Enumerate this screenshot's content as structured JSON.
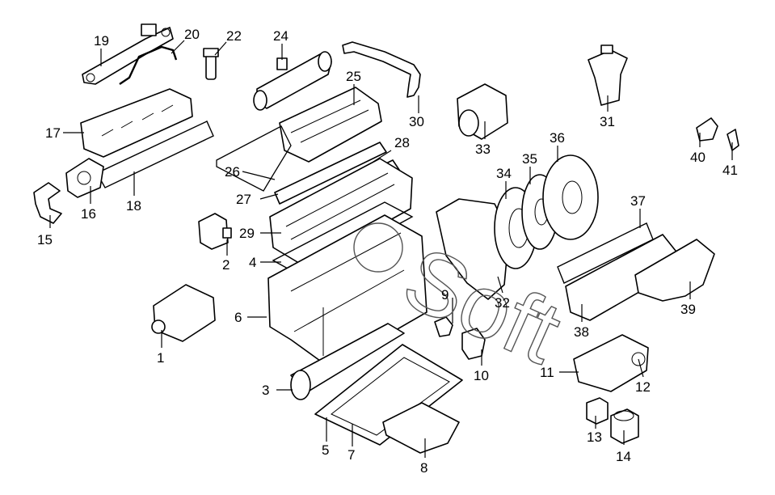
{
  "diagram": {
    "callouts": [
      "1",
      "2",
      "3",
      "4",
      "5",
      "6",
      "7",
      "8",
      "10",
      "11",
      "12",
      "13",
      "14",
      "15",
      "16",
      "17",
      "18",
      "19",
      "20",
      "22",
      "24",
      "25",
      "26",
      "27",
      "28",
      "29",
      "30",
      "31",
      "32",
      "33",
      "34",
      "35",
      "36",
      "37",
      "38",
      "39",
      "40",
      "41",
      "9"
    ],
    "watermark": "Soft"
  }
}
